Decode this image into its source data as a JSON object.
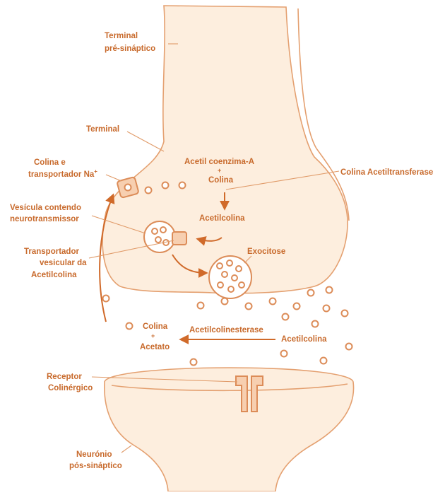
{
  "labels": {
    "terminal_pre_1": "Terminal",
    "terminal_pre_2": "pré-sináptico",
    "terminal": "Terminal",
    "colina_transp_1": "Colina e",
    "colina_transp_2": "transportador Na",
    "colina_transp_sup": "+",
    "vesicula_1": "Vesícula contendo",
    "vesicula_2": "neurotransmissor",
    "transportador_1": "Transportador",
    "transportador_2": "vesicular da",
    "transportador_3": "Acetilcolina",
    "acetil_coa": "Acetil coenzima-A",
    "plus_top": "+",
    "colina_top": "Colina",
    "colina_acetiltransferase": "Colina  Acetiltransferase",
    "acetilcolina_mid": "Acetilcolina",
    "exocitose": "Exocitose",
    "colina_bottom": "Colina",
    "plus_bottom": "+",
    "acetato": "Acetato",
    "acetilcolinesterase": "Acetilcolinesterase",
    "acetilcolina_right": "Acetilcolina",
    "receptor_1": "Receptor",
    "receptor_2": "Colinérgico",
    "neuronio_1": "Neurónio",
    "neuronio_2": "pós-sináptico"
  },
  "colors": {
    "text": "#c86a2c",
    "fill": "#fdeede",
    "outline": "#e4a070",
    "arrow": "#d06a2a"
  }
}
